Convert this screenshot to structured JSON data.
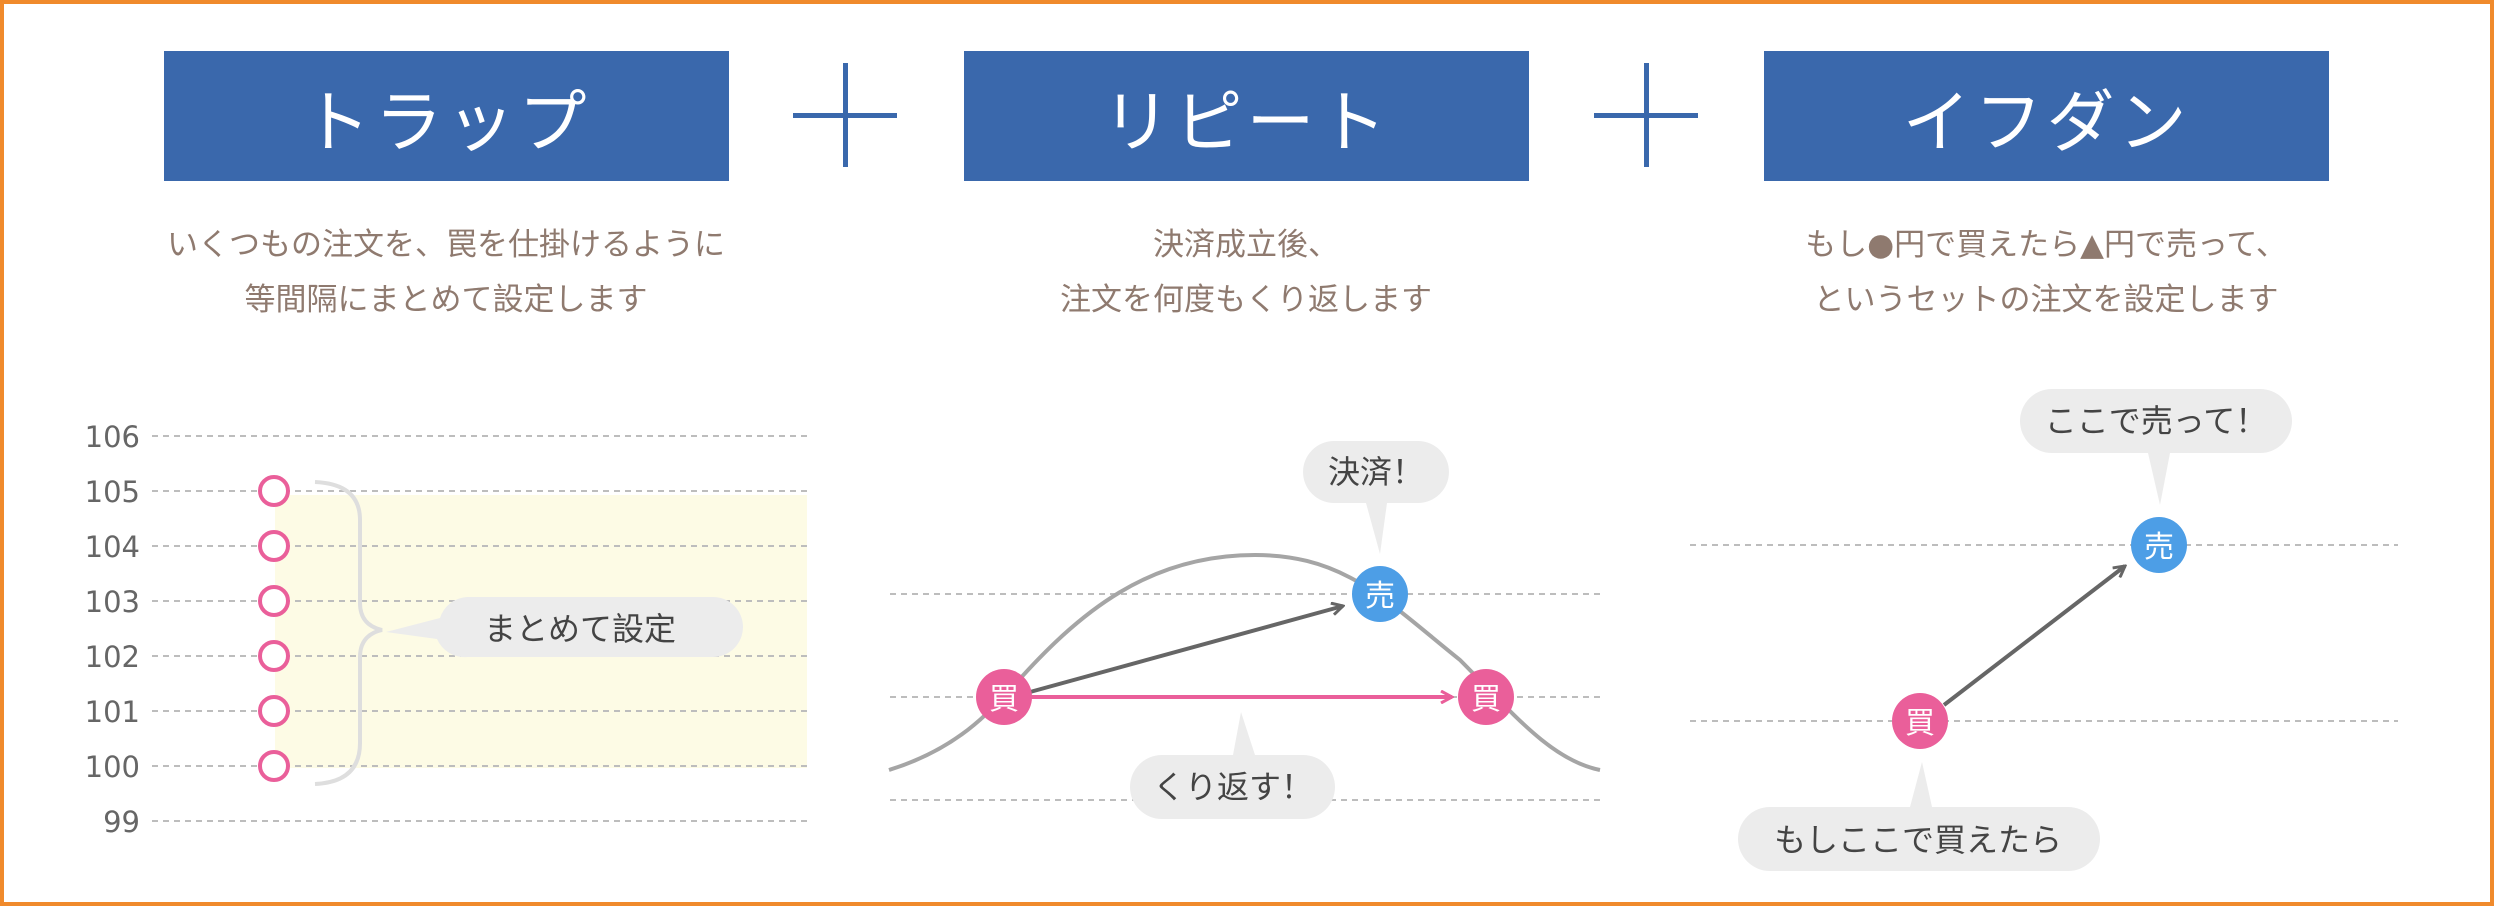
{
  "colors": {
    "border": "#f08a2c",
    "title_bg": "#3a68ac",
    "desc_text": "#8f7a6f",
    "buy": "#ea5f9a",
    "sell": "#4d9ee6",
    "band": "#fdfbe5",
    "bubble": "#ececec"
  },
  "features": [
    {
      "title": "トラップ",
      "desc": [
        "いくつもの注文を、罠を仕掛けるように",
        "等間隔にまとめて設定します"
      ]
    },
    {
      "title": "リピート",
      "desc": [
        "決済成立後、",
        "注文を何度もくり返します"
      ]
    },
    {
      "title": "イフダン",
      "desc": [
        "もし●円で買えたら▲円で売って、",
        "というセットの注文を設定します"
      ]
    }
  ],
  "trap": {
    "levels": [
      "106",
      "105",
      "104",
      "103",
      "102",
      "101",
      "100",
      "99"
    ],
    "order_levels": [
      "105",
      "104",
      "103",
      "102",
      "101",
      "100"
    ],
    "bubble": "まとめて設定"
  },
  "repeat": {
    "buy_label": "買",
    "sell_label": "売",
    "settle_bubble": "決済！",
    "repeat_bubble": "くり返す！"
  },
  "ifdone": {
    "buy_label": "買",
    "sell_label": "売",
    "sell_bubble": "ここで売って！",
    "buy_bubble": "もしここで買えたら"
  }
}
